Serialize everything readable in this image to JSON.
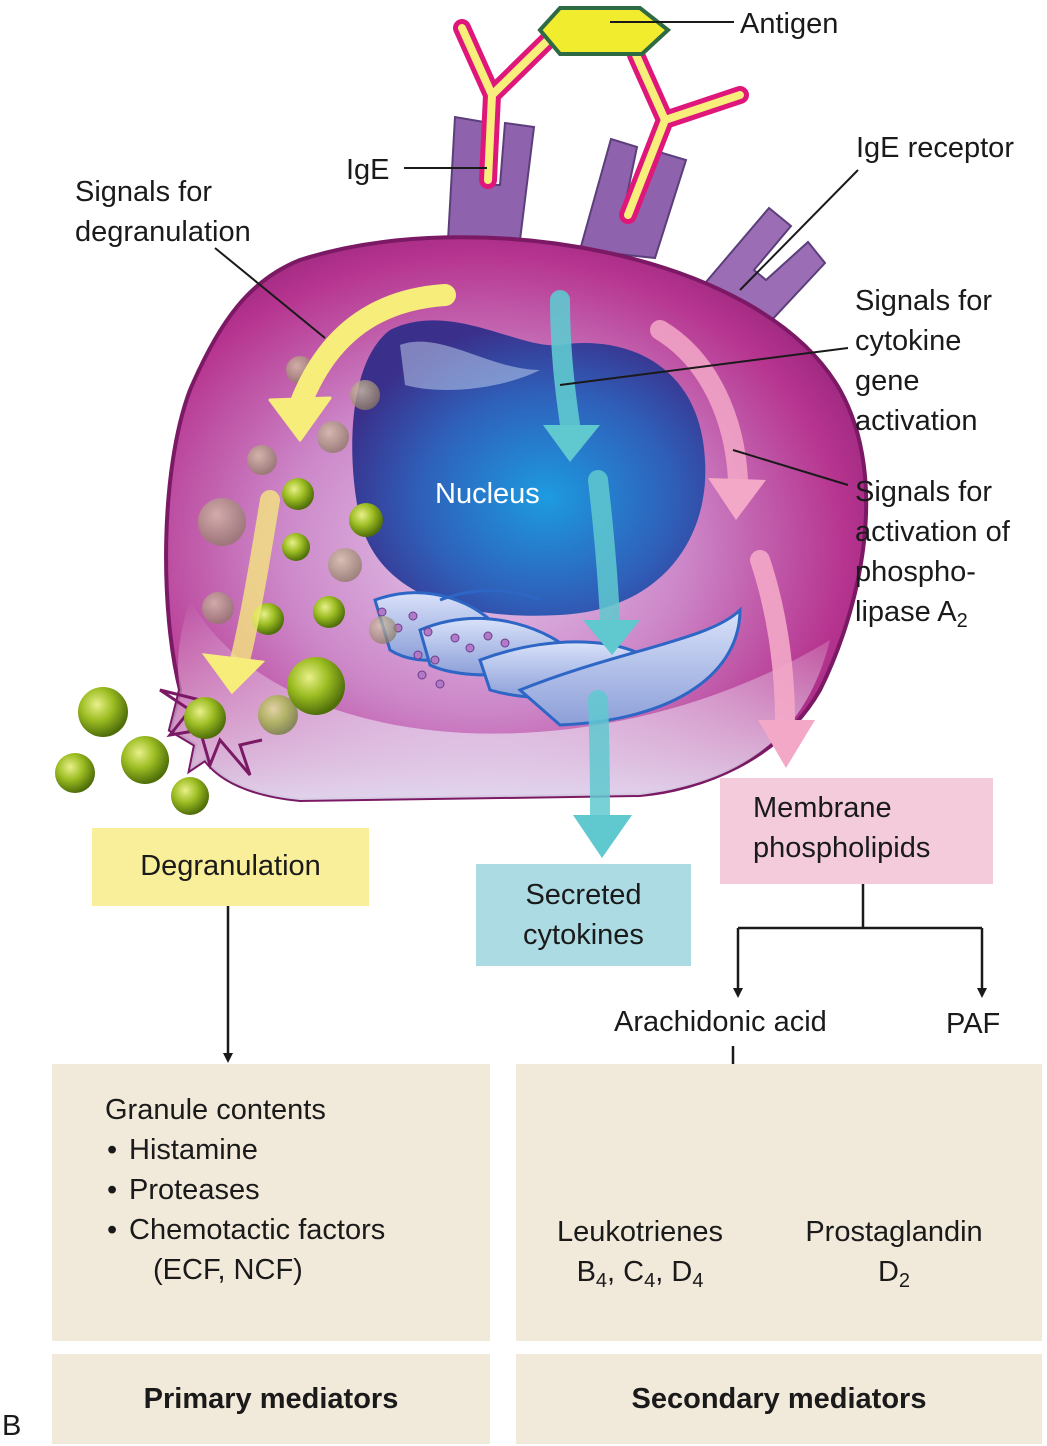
{
  "panel_letter": "B",
  "labels": {
    "antigen": "Antigen",
    "ige": "IgE",
    "ige_receptor": "IgE receptor",
    "signals_degranulation": [
      "Signals for",
      "degranulation"
    ],
    "signals_cytokine": [
      "Signals for",
      "cytokine",
      "gene",
      "activation"
    ],
    "signals_pla2": [
      "Signals for",
      "activation of",
      "phospho-",
      "lipase A"
    ],
    "signals_pla2_subscript": "2",
    "nucleus": "Nucleus"
  },
  "boxes": {
    "degranulation": "Degranulation",
    "secreted_cytokines": [
      "Secreted",
      "cytokines"
    ],
    "membrane_phospholipids": [
      "Membrane",
      "phospholipids"
    ]
  },
  "pathway": {
    "arachidonic_acid": "Arachidonic acid",
    "paf": "PAF",
    "leukotrienes": "Leukotrienes",
    "leukotrienes_line2": {
      "b": "B",
      "c": "C",
      "d": "D",
      "sub": "4",
      "sep": ", "
    },
    "prostaglandin": "Prostaglandin",
    "prostaglandin_line2": {
      "d": "D",
      "sub": "2"
    }
  },
  "granule_contents": {
    "title": "Granule contents",
    "items": [
      "Histamine",
      "Proteases",
      "Chemotactic factors"
    ],
    "item_note": "(ECF, NCF)"
  },
  "footer": {
    "primary": "Primary mediators",
    "secondary": "Secondary mediators"
  },
  "colors": {
    "membrane": "#b6348f",
    "receptor": "#8e62ad",
    "ige_outline": "#e0177a",
    "ige_fill": "#f7ee7c",
    "antigen": "#f2ec2e",
    "nucleus": "#2a6fc4",
    "degranulation_box": "#f9ee9a",
    "cytokine_box": "#acdbe4",
    "phospholipid_box": "#f3cbdb",
    "mediator_panel": "#f1e9da",
    "granule": "#8fb31e",
    "arrow_yellow": "#f7ed7a",
    "arrow_teal": "#5fc9cf",
    "arrow_pink": "#f3a8c8"
  }
}
